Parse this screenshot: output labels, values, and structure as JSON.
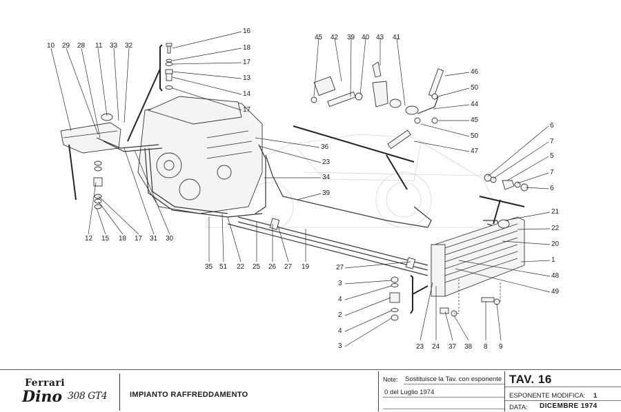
{
  "diagram": {
    "type": "exploded parts diagram",
    "subject": "cooling system",
    "callouts": {
      "c16": "16",
      "c18": "18",
      "c17a": "17",
      "c13": "13",
      "c14": "14",
      "c17b": "17",
      "c10": "10",
      "c29": "29",
      "c28": "28",
      "c11": "11",
      "c33": "33",
      "c32": "32",
      "c45a": "45",
      "c42": "42",
      "c39a": "39",
      "c40": "40",
      "c43": "43",
      "c41": "41",
      "c46": "46",
      "c50a": "50",
      "c44": "44",
      "c45b": "45",
      "c50b": "50",
      "c47": "47",
      "c36": "36",
      "c23a": "23",
      "c34": "34",
      "c39b": "39",
      "c6a": "6",
      "c7a": "7",
      "c5": "5",
      "c7b": "7",
      "c6b": "6",
      "c21": "21",
      "c22a": "22",
      "c20": "20",
      "c1": "1",
      "c48": "48",
      "c49": "49",
      "c27a": "27",
      "c3a": "3",
      "c4a": "4",
      "c2": "2",
      "c4b": "4",
      "c3b": "3",
      "c12": "12",
      "c15": "15",
      "c18b": "18",
      "c17c": "17",
      "c31": "31",
      "c30": "30",
      "c35": "35",
      "c51": "51",
      "c22b": "22",
      "c25": "25",
      "c26": "26",
      "c27b": "27",
      "c19": "19",
      "c23b": "23",
      "c24": "24",
      "c37": "37",
      "c38": "38",
      "c8": "8",
      "c9": "9"
    }
  },
  "titleblock": {
    "brand": "Ferrari",
    "model_script": "Dino",
    "model_suffix": "308 GT4",
    "title": "IMPIANTO RAFFREDDAMENTO",
    "note_label": "Note:",
    "note_line1": "Sostituisce la Tav. con esponente",
    "note_line2": "0 del Luglio 1974",
    "tav": "TAV. 16",
    "esponente_label": "ESPONENTE MODIFICA:",
    "esponente_value": "1",
    "data_label": "DATA:",
    "data_value": "DICEMBRE 1974"
  }
}
